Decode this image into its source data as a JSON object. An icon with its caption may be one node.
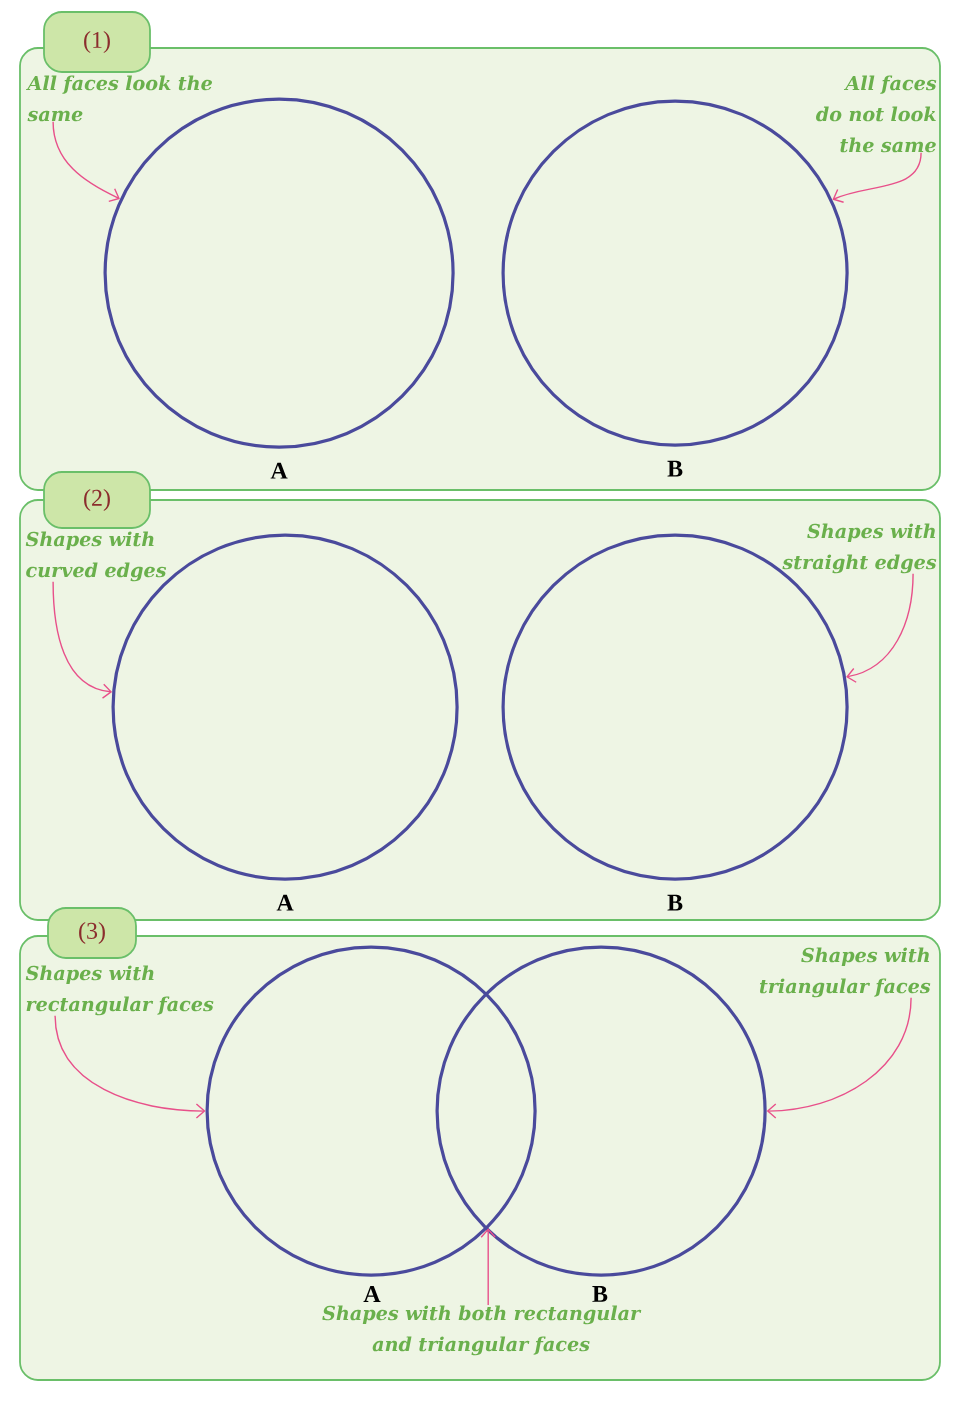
{
  "diagram": {
    "nodes": [
      {
        "text": [
          "(1)"
        ]
      },
      {
        "text": [
          "All faces look the same"
        ],
        "in": 0
      },
      {
        "text": [],
        "shape": "circle",
        "beside": [
          "A"
        ],
        "in": 0
      },
      {
        "text": [
          "All faces do not look the same"
        ],
        "in": 0
      },
      {
        "text": [],
        "shape": "circle",
        "beside": [
          "B"
        ],
        "in": 0
      },
      {
        "text": [
          "(2)"
        ]
      },
      {
        "text": [
          "Shapes with curved edges"
        ],
        "in": 5
      },
      {
        "text": [],
        "shape": "circle",
        "beside": [
          "A"
        ],
        "in": 5
      },
      {
        "text": [
          "Shapes with straight edges"
        ],
        "in": 5
      },
      {
        "text": [],
        "shape": "circle",
        "beside": [
          "B"
        ],
        "in": 5
      },
      {
        "text": [
          "(3)"
        ]
      },
      {
        "text": [
          "Shapes with rectangular faces"
        ],
        "in": 10
      },
      {
        "text": [],
        "shape": "circle",
        "in": 10
      },
      {
        "text": [],
        "shape": "circle",
        "in": 10
      },
      {
        "text": [
          "Shapes with triangular faces"
        ],
        "in": 10
      },
      {
        "text": [
          "Shapes with both rectangular and triangular faces"
        ],
        "in": 10
      }
    ],
    "edges": [
      {
        "from": 1,
        "to": 2,
        "arrow": "to"
      },
      {
        "from": 3,
        "to": 4,
        "arrow": "to"
      },
      {
        "from": 6,
        "to": 7,
        "arrow": "to"
      },
      {
        "from": 8,
        "to": 9,
        "arrow": "to"
      },
      {
        "from": 11,
        "to": 12,
        "arrow": "to"
      },
      {
        "from": 14,
        "to": 13,
        "arrow": "to"
      },
      {
        "from": 15,
        "to": 12,
        "arrow": "to"
      }
    ],
    "labels": [
      "A",
      "B"
    ]
  }
}
